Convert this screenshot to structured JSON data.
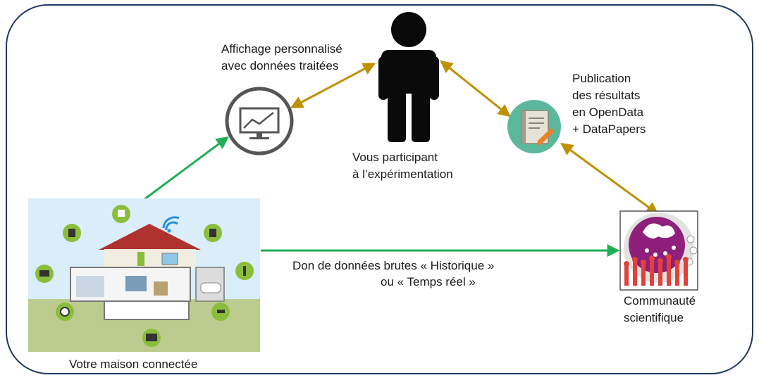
{
  "labels": {
    "display": [
      "Affichage personnalisé",
      "avec données traitées"
    ],
    "participant": [
      "Vous participant",
      "à l’expérimentation"
    ],
    "publication": [
      "Publication",
      "des résultats",
      "en OpenData",
      "+ DataPapers"
    ],
    "don": [
      "Don de données brutes « Historique »",
      "ou « Temps réel »"
    ],
    "house": "Votre maison connectée",
    "community": [
      "Communauté",
      "scientifique"
    ]
  },
  "icons": {
    "monitor": "monitor-chart-icon",
    "person": "person-icon",
    "notebook": "notebook-pencil-icon",
    "house": "connected-house-icon",
    "community": "scientific-community-icon"
  },
  "colors": {
    "frame": "#1f3864",
    "green_arrow": "#1fae55",
    "gold_arrow": "#bf9000",
    "notebook_circle": "#5bb89c",
    "community_purple": "#8e1f7a",
    "people_red": "#e0423b"
  }
}
